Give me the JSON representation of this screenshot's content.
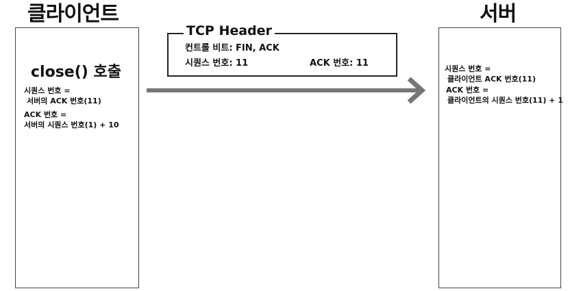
{
  "client": {
    "title": "클라이언트",
    "heading": "close() 호출",
    "seq_label": "시퀀스 번호 =",
    "seq_value": "서버의 ACK 번호(11)",
    "ack_label": "ACK 번호 =",
    "ack_value": "서버의 시퀀스 번호(1) + 10"
  },
  "server": {
    "title": "서버",
    "seq_label": "시퀀스 번호 =",
    "seq_value": "클라이언트 ACK 번호(11)",
    "ack_label": "ACK 번호 =",
    "ack_value": "클라이언트의 시퀀스 번호(11) + 1"
  },
  "tcp_header": {
    "title": "TCP Header",
    "control_bits": "컨트롤 비트: FIN, ACK",
    "seq": "시퀀스 번호: 11",
    "ack": "ACK 번호: 11"
  },
  "colors": {
    "arrow": "#777777",
    "border": "#444444"
  }
}
